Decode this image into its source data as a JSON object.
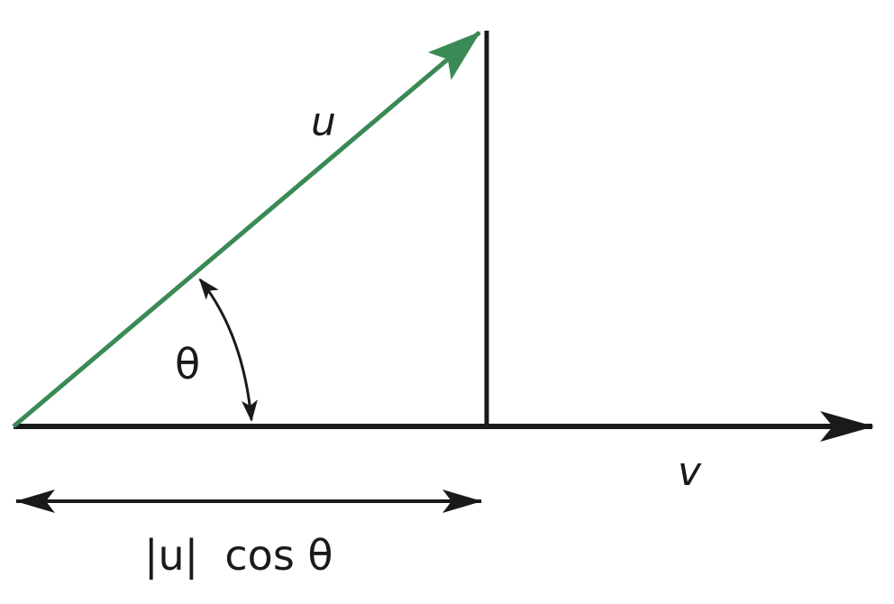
{
  "diagram": {
    "labels": {
      "u": "u",
      "v": "v",
      "theta": "θ",
      "projection": "|u|  cos θ"
    },
    "colors": {
      "vector_u": "#3a8a55",
      "lines": "#1a1a1a"
    }
  }
}
